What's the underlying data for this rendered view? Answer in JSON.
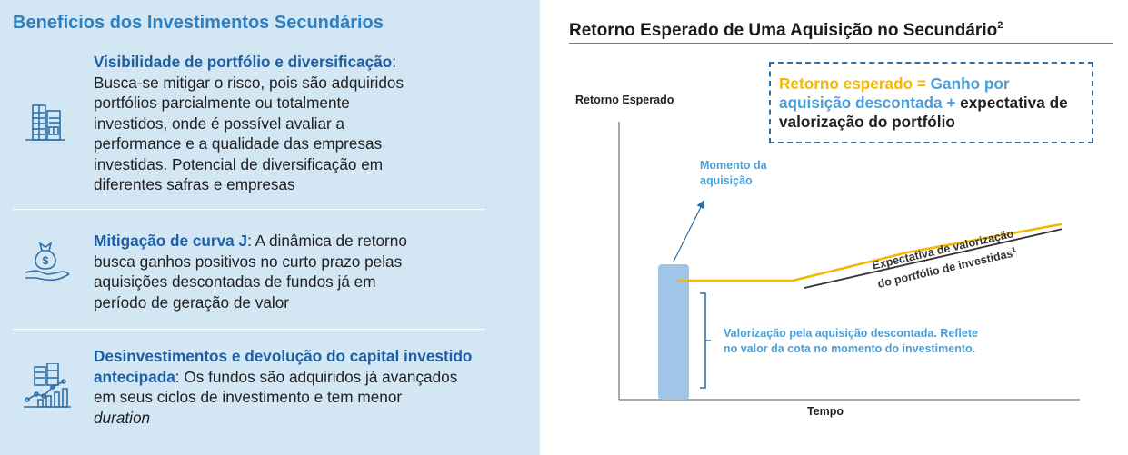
{
  "left": {
    "title": "Benefícios dos Investimentos Secundários",
    "items": [
      {
        "icon": "buildings-icon",
        "heading": "Visibilidade de portfólio e diversificação",
        "text_l1_rest": ":",
        "text_l2": "Busca-se mitigar o risco, pois são adquiridos",
        "text_l3": "portfólios parcialmente ou totalmente",
        "text_l4": "investidos, onde é possível avaliar a",
        "text_l5": "performance e a qualidade das empresas",
        "text_l6": "investidas. Potencial de diversificação em",
        "text_l7": "diferentes safras e empresas"
      },
      {
        "icon": "money-bag-hand-icon",
        "heading": "Mitigação de curva J",
        "text_l1_rest": ": A dinâmica de retorno",
        "text_l2": "busca ganhos positivos no curto prazo pelas",
        "text_l3": "aquisições descontadas de fundos já em",
        "text_l4": "período de geração de valor"
      },
      {
        "icon": "growth-chart-buildings-icon",
        "heading_l1": "Desinvestimentos e devolução do capital investido",
        "heading_l2": "antecipada",
        "text_l2_rest": ": Os fundos são adquiridos já avançados",
        "text_l3": "em seus ciclos de investimento e tem menor",
        "text_l4": "duration"
      }
    ]
  },
  "right": {
    "title": "Retorno Esperado de Uma Aquisição no Secundário",
    "title_sup": "2",
    "formula": {
      "part1": "Retorno esperado = ",
      "part2_l1": "Ganho por",
      "part2_l2": "aquisição descontada + ",
      "part3_l1": "expectativa de",
      "part3_l2": "valorização do portfólio"
    }
  },
  "chart_data": {
    "type": "line",
    "xlabel": "Tempo",
    "ylabel": "Retorno Esperado",
    "series": [
      {
        "name": "Retorno esperado",
        "color": "#f3b800",
        "points": [
          [
            0,
            0
          ],
          [
            3,
            0
          ],
          [
            6,
            2.3
          ],
          [
            10,
            4.6
          ]
        ]
      },
      {
        "name": "Expectativa de valorização do portfólio de investidas",
        "color": "#333333",
        "points": [
          [
            3.3,
            -0.6
          ],
          [
            10,
            4.2
          ]
        ]
      }
    ],
    "acquisition_bar": {
      "color": "#9fc6e6",
      "label": "Momento da aquisição"
    },
    "annotations": {
      "acquisition_l1": "Momento da",
      "acquisition_l2": "aquisição",
      "valuation_l1": "Valorização pela aquisição descontada. Reflete",
      "valuation_l2": "no valor da cota no momento do investimento.",
      "expectation_l1": "Expectativa de valorização",
      "expectation_l2": "do portfólio de investidas",
      "expectation_sup": "1"
    },
    "colors": {
      "accent_blue": "#4a9ed8",
      "yellow": "#f3b800",
      "dark_blue": "#1c5fa5",
      "panel_bg": "#d3e6f4"
    }
  }
}
